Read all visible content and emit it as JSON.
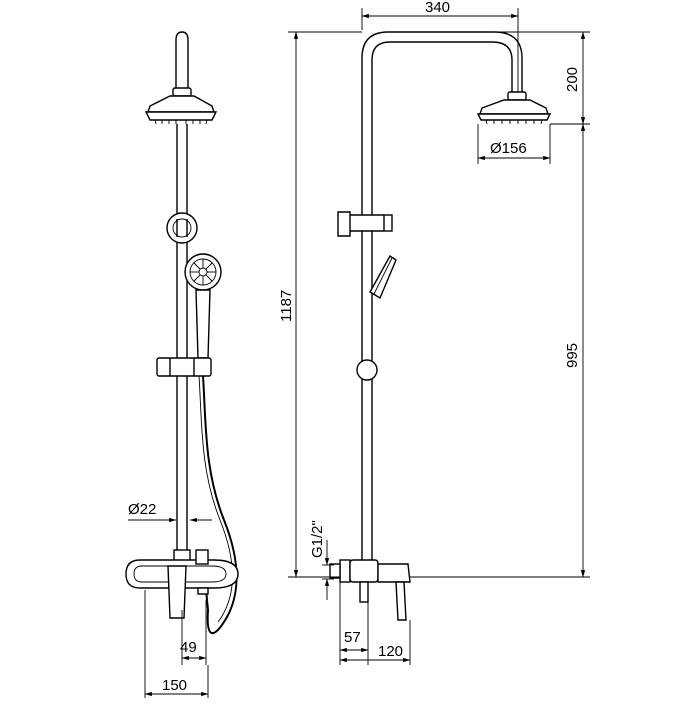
{
  "drawing": {
    "dimensions": {
      "arm_reach": "340",
      "arm_drop": "200",
      "overall_height": "1187",
      "outlet_to_head": "995",
      "head_diameter": "Ø156",
      "pipe_diameter": "Ø22",
      "inlet_thread": "G1/2\"",
      "hose_offset": "49",
      "front_width": "150",
      "inlet_depth": "57",
      "mixer_depth": "120"
    }
  },
  "colors": {
    "line": "#000000",
    "background": "#ffffff"
  }
}
